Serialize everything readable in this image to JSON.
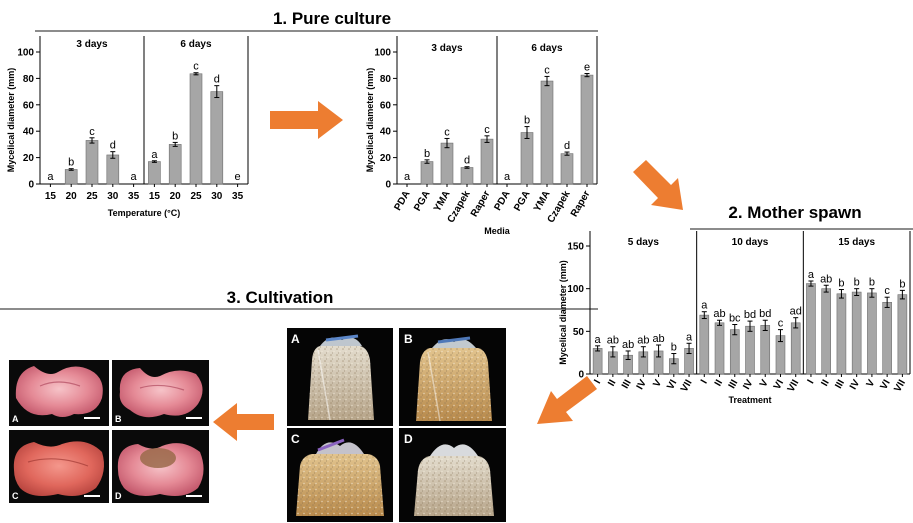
{
  "sections": {
    "pure_culture": "1. Pure culture",
    "mother_spawn": "2. Mother spawn",
    "cultivation": "3. Cultivation"
  },
  "colors": {
    "bar": "#a6a6a6",
    "arrow": "#ed7d31",
    "divider": "#8c8c8c"
  },
  "chart_data": [
    {
      "id": "temperature",
      "type": "bar",
      "xlabel": "Temperature (°C)",
      "ylabel": "Mycelical diameter (mm)",
      "ylim": [
        0,
        100
      ],
      "yticks": [
        0,
        20,
        40,
        60,
        80,
        100
      ],
      "categories": [
        "15",
        "20",
        "25",
        "30",
        "35"
      ],
      "panels": [
        {
          "label": "3 days",
          "values": [
            0,
            11,
            33,
            22,
            0
          ],
          "errors": [
            0,
            0.6,
            2,
            2.5,
            0
          ],
          "letters": [
            "a",
            "b",
            "c",
            "d",
            "a"
          ]
        },
        {
          "label": "6 days",
          "values": [
            17,
            30,
            83.5,
            70,
            0
          ],
          "errors": [
            0.6,
            1.5,
            0.8,
            4.5,
            0
          ],
          "letters": [
            "a",
            "b",
            "c",
            "d",
            "e"
          ]
        }
      ]
    },
    {
      "id": "media",
      "type": "bar",
      "xlabel": "Media",
      "ylabel": "Mycelical diameter (mm)",
      "ylim": [
        0,
        100
      ],
      "yticks": [
        0,
        20,
        40,
        60,
        80,
        100
      ],
      "categories": [
        "PDA",
        "PGA",
        "YMA",
        "Czapek",
        "Raper"
      ],
      "panels": [
        {
          "label": "3 days",
          "values": [
            0,
            17,
            31,
            12.5,
            34
          ],
          "errors": [
            0,
            1.3,
            3.5,
            0.6,
            2.5
          ],
          "letters": [
            "a",
            "b",
            "c",
            "d",
            "c"
          ]
        },
        {
          "label": "6 days",
          "values": [
            0,
            39,
            78,
            23,
            82.5
          ],
          "errors": [
            0,
            4.5,
            3.5,
            1.2,
            1.2
          ],
          "letters": [
            "a",
            "b",
            "c",
            "d",
            "e"
          ]
        }
      ]
    },
    {
      "id": "treatment",
      "type": "bar",
      "xlabel": "Treatment",
      "ylabel": "Mycelical diameter (mm)",
      "ylim": [
        0,
        150
      ],
      "yticks": [
        0,
        50,
        100,
        150
      ],
      "categories": [
        "I",
        "II",
        "III",
        "IV",
        "V",
        "VI",
        "VII"
      ],
      "panels": [
        {
          "label": "5 days",
          "values": [
            30,
            26,
            22,
            26,
            27,
            18,
            30
          ],
          "errors": [
            3,
            6,
            5,
            6,
            7,
            6,
            6
          ],
          "letters": [
            "a",
            "ab",
            "ab",
            "ab",
            "ab",
            "b",
            "a"
          ]
        },
        {
          "label": "10 days",
          "values": [
            69,
            60,
            52,
            56,
            57,
            45,
            60
          ],
          "errors": [
            4,
            3,
            6,
            6,
            6,
            7,
            6
          ],
          "letters": [
            "a",
            "ab",
            "bc",
            "bd",
            "bd",
            "c",
            "ad"
          ]
        },
        {
          "label": "15 days",
          "values": [
            106,
            100,
            94,
            96,
            95,
            84,
            93
          ],
          "errors": [
            3,
            4,
            5,
            4,
            5,
            6,
            5
          ],
          "letters": [
            "a",
            "ab",
            "b",
            "b",
            "b",
            "c",
            "b"
          ]
        }
      ]
    }
  ],
  "photos": {
    "bags": [
      {
        "label": "A"
      },
      {
        "label": "B"
      },
      {
        "label": "C"
      },
      {
        "label": "D"
      }
    ],
    "mushrooms": [
      {
        "label": "A"
      },
      {
        "label": "B"
      },
      {
        "label": "C"
      },
      {
        "label": "D"
      }
    ]
  }
}
